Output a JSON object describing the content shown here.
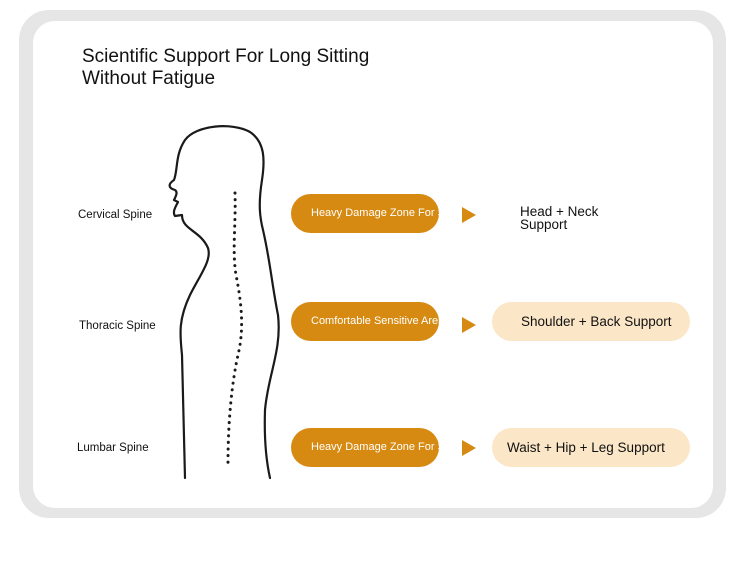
{
  "title_line1": "Scientific Support For Long Sitting",
  "title_line2": "Without Fatigue",
  "rows": [
    {
      "spine": "Cervical Spine",
      "zone": "Heavy Damage Zone For Strain",
      "support": "Head + Neck Support"
    },
    {
      "spine": "Thoracic Spine",
      "zone": "Comfortable Sensitive Area",
      "support": "Shoulder + Back Support"
    },
    {
      "spine": "Lumbar Spine",
      "zone": "Heavy Damage Zone For Strain",
      "support": "Waist + Hip + Leg Support"
    }
  ],
  "colors": {
    "accent": "#d68a12",
    "support_fill": "#fbe7c8",
    "frame": "#e6e6e6"
  },
  "icons": {
    "figure": "human-silhouette-side-view",
    "arrow": "triangle-right-icon"
  }
}
